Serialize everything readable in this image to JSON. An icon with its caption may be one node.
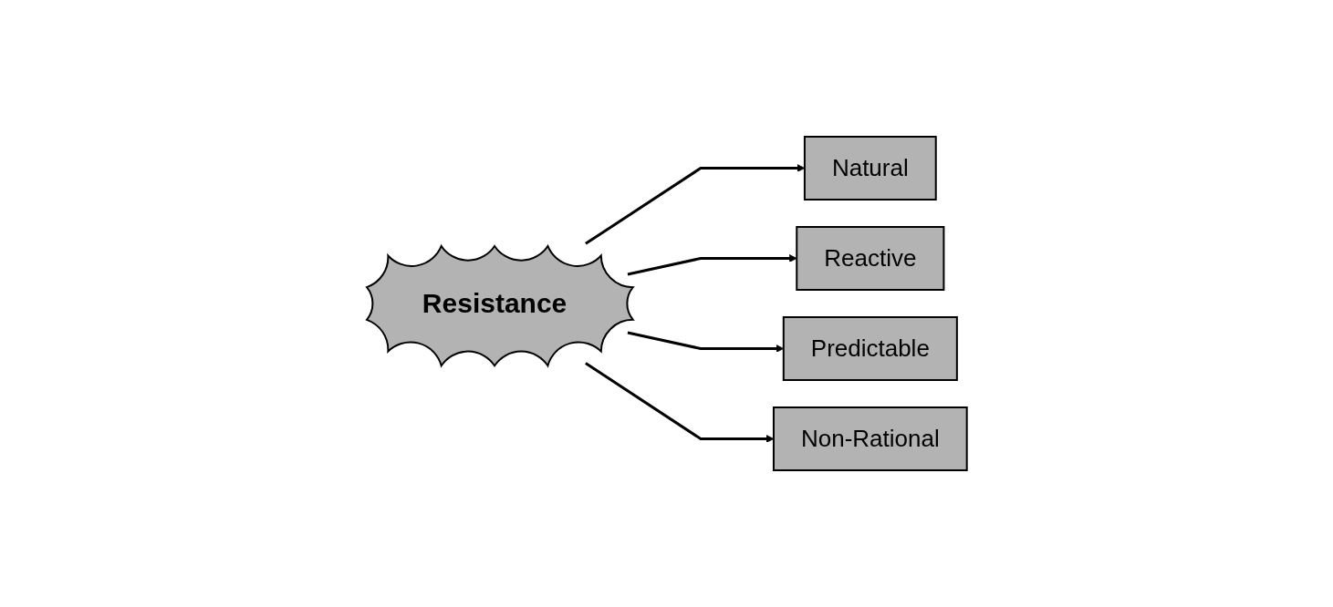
{
  "diagram": {
    "nodes": [
      {
        "text": [
          "Resistance"
        ]
      },
      {
        "text": [
          "Natural"
        ]
      },
      {
        "text": [
          "Reactive"
        ]
      },
      {
        "text": [
          "Predictable"
        ]
      },
      {
        "text": [
          "Non-Rational"
        ]
      }
    ],
    "edges": [
      {
        "from": 0,
        "to": 1,
        "arrow": "to"
      },
      {
        "from": 0,
        "to": 2,
        "arrow": "to"
      },
      {
        "from": 0,
        "to": 3,
        "arrow": "to"
      },
      {
        "from": 0,
        "to": 4,
        "arrow": "to"
      }
    ]
  }
}
